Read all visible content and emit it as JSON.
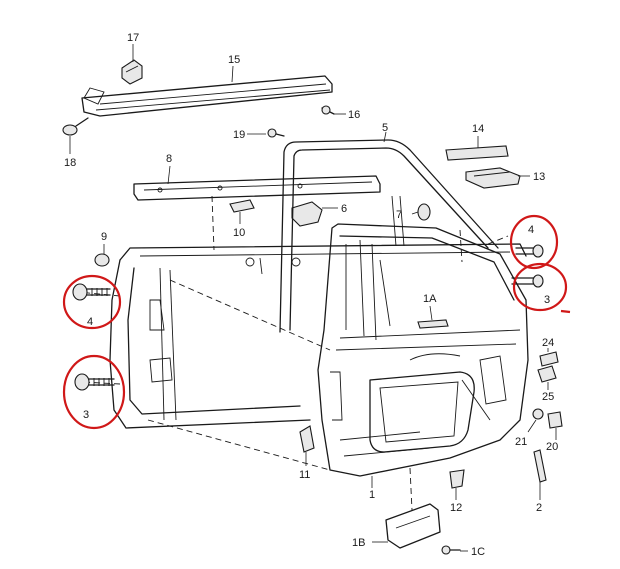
{
  "diagram": {
    "labels": {
      "p17": "17",
      "p15": "15",
      "p16": "16",
      "p18": "18",
      "p19": "19",
      "p5": "5",
      "p14": "14",
      "p13": "13",
      "p8": "8",
      "p6": "6",
      "p10": "10",
      "p7": "7",
      "p9": "9",
      "p4a": "4",
      "p4b": "4",
      "p3a": "3",
      "p3b": "3",
      "p1A": "1A",
      "p24": "24",
      "p25": "25",
      "p21": "21",
      "p20": "20",
      "p11": "11",
      "p12": "12",
      "p1": "1",
      "p2": "2",
      "p1B": "1B",
      "p1C": "1C"
    },
    "colors": {
      "line": "#1a1a1a",
      "highlight": "#d01818",
      "background": "#ffffff"
    }
  }
}
